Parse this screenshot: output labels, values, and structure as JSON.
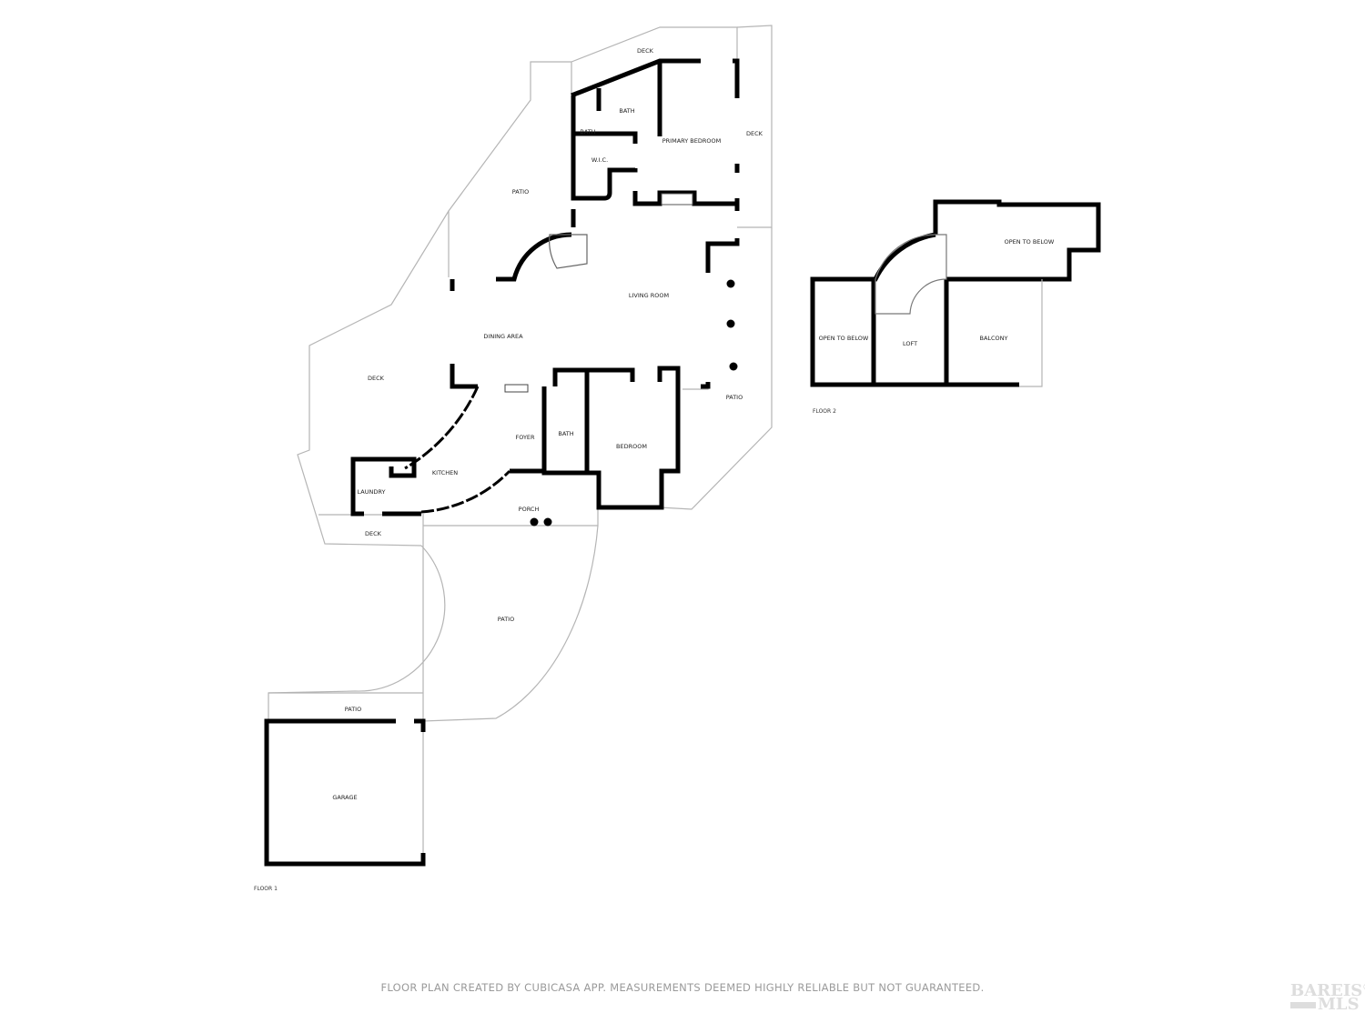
{
  "floor1": {
    "label": "FLOOR 1",
    "rooms": {
      "deck_top": "DECK",
      "bath_main": "BATH",
      "bath_small": "BATH",
      "primary_bedroom": "PRIMARY BEDROOM",
      "deck_right": "DECK",
      "wic": "W.I.C.",
      "patio_top": "PATIO",
      "living_room": "LIVING ROOM",
      "dining_area": "DINING AREA",
      "deck_left": "DECK",
      "patio_right": "PATIO",
      "foyer": "FOYER",
      "bath_lower": "BATH",
      "bedroom": "BEDROOM",
      "kitchen": "KITCHEN",
      "laundry": "LAUNDRY",
      "porch": "PORCH",
      "deck_bottom": "DECK",
      "patio_center": "PATIO",
      "patio_bottom": "PATIO",
      "garage": "GARAGE"
    }
  },
  "floor2": {
    "label": "FLOOR 2",
    "rooms": {
      "open_to_below_top": "OPEN TO BELOW",
      "open_to_below_left": "OPEN TO BELOW",
      "loft": "LOFT",
      "balcony": "BALCONY"
    }
  },
  "footer": "FLOOR PLAN CREATED BY CUBICASA APP. MEASUREMENTS DEEMED HIGHLY RELIABLE BUT NOT GUARANTEED.",
  "watermark": {
    "line1": "BAREIS",
    "line2": "MLS",
    "mark": "®"
  }
}
